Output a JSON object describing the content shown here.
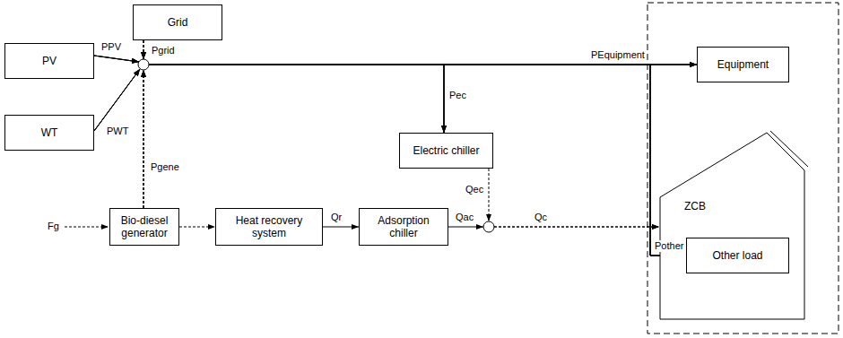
{
  "diagram": {
    "nodes": [
      {
        "text": [
          "Grid"
        ]
      },
      {
        "text": [
          "PV"
        ]
      },
      {
        "text": [
          "WT"
        ]
      },
      {
        "text": [
          "Equipment"
        ]
      },
      {
        "text": [
          "Electric chiller"
        ]
      },
      {
        "text": [
          "Bio-diesel generator"
        ]
      },
      {
        "text": [
          "Heat recovery system"
        ]
      },
      {
        "text": [
          "Adsorption chiller"
        ]
      },
      {
        "text": [
          "ZCB"
        ]
      },
      {
        "text": [
          "Other load"
        ],
        "in": 8
      }
    ],
    "edges": [
      {
        "from": 0,
        "to": 3,
        "arrow": "to"
      },
      {
        "from": 0,
        "to": 4,
        "arrow": "to"
      },
      {
        "from": 0,
        "to": 9,
        "arrow": "to"
      },
      {
        "from": 1,
        "to": 3,
        "arrow": "to"
      },
      {
        "from": 1,
        "to": 4,
        "arrow": "to"
      },
      {
        "from": 1,
        "to": 9,
        "arrow": "to"
      },
      {
        "from": 2,
        "to": 3,
        "arrow": "to"
      },
      {
        "from": 2,
        "to": 4,
        "arrow": "to"
      },
      {
        "from": 2,
        "to": 9,
        "arrow": "to"
      },
      {
        "from": 5,
        "to": 3,
        "arrow": "to"
      },
      {
        "from": 5,
        "to": 4,
        "arrow": "to"
      },
      {
        "from": 5,
        "to": 9,
        "arrow": "to"
      },
      {
        "from": 5,
        "to": 6,
        "arrow": "to"
      },
      {
        "from": 6,
        "to": 7,
        "arrow": "to"
      },
      {
        "from": 7,
        "to": 8,
        "arrow": "to"
      },
      {
        "from": 4,
        "to": 8,
        "arrow": "to"
      }
    ],
    "labels": [
      "PPV",
      "PWT",
      "Pgrid",
      "Pgene",
      "PEquipment",
      "Pec",
      "Pother",
      "Fg",
      "Qr",
      "Qec",
      "Qac",
      "Qc"
    ]
  }
}
